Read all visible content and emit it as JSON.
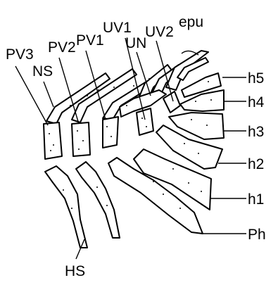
{
  "labels": {
    "pv3": "PV3",
    "ns": "NS",
    "pv2": "PV2",
    "pv1": "PV1",
    "uv1": "UV1",
    "un": "UN",
    "uv2": "UV2",
    "epu": "epu",
    "h5": "h5",
    "h4": "h4",
    "h3": "h3",
    "h2": "h2",
    "h1": "h1",
    "ph": "Ph",
    "hs": "HS"
  },
  "colors": {
    "ink": "#000000",
    "paper": "#ffffff"
  }
}
